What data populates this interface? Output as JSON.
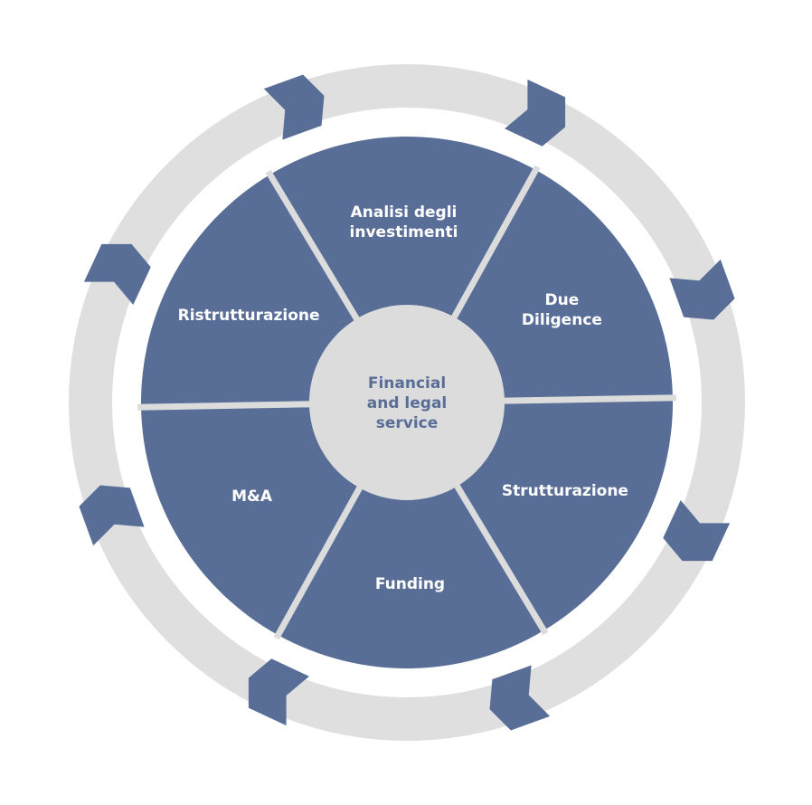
{
  "hub": {
    "lines": [
      "Financial",
      "and legal",
      "service"
    ]
  },
  "segments": [
    {
      "id": "analisi",
      "lines": [
        "Analisi degli",
        "investimenti"
      ]
    },
    {
      "id": "due-diligence",
      "lines": [
        "Due",
        "Diligence"
      ]
    },
    {
      "id": "strutturazione",
      "lines": [
        "Strutturazione"
      ]
    },
    {
      "id": "funding",
      "lines": [
        "Funding"
      ]
    },
    {
      "id": "ma",
      "lines": [
        "M&A"
      ]
    },
    {
      "id": "ristrutturazione",
      "lines": [
        "Ristrutturazione"
      ]
    }
  ],
  "arrows": {
    "count": 8,
    "icon": "chevron-right-icon",
    "direction": "clockwise"
  },
  "colors": {
    "segment": "#586e97",
    "divider": "#dcdcdc",
    "hub_fill": "#dcdcdc",
    "hub_text": "#586e97",
    "outer_ring": "#dfdfdf",
    "arrow": "#586e97",
    "label": "#ffffff"
  }
}
